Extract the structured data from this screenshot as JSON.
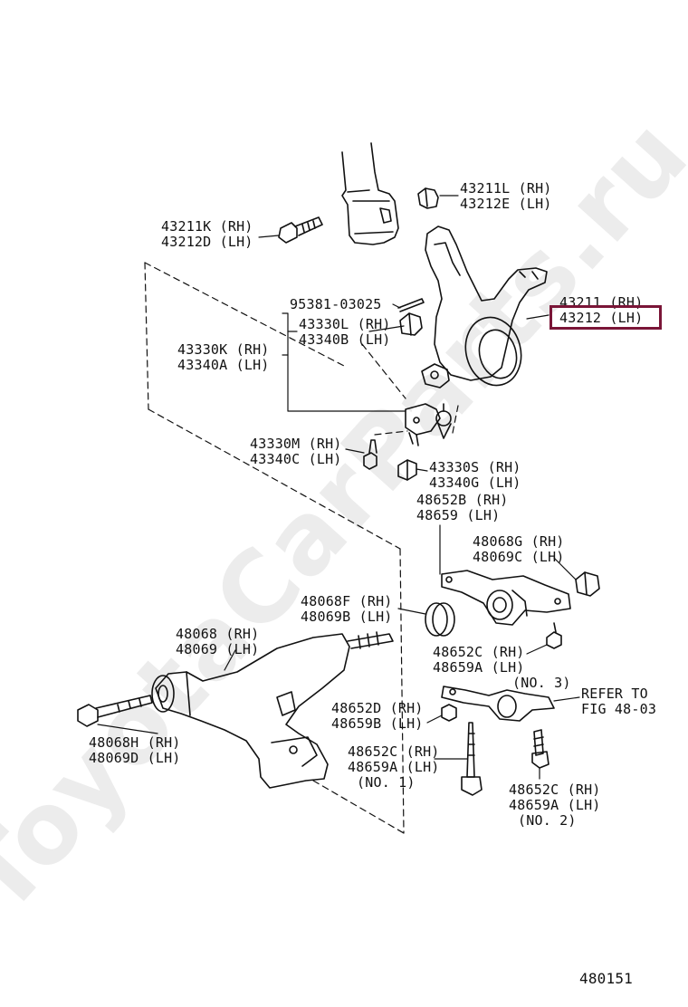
{
  "watermark": "ToyotaCarParts.ru",
  "highlight_color": "#7a1537",
  "figure_number": "480151",
  "refer": {
    "line1": "REFER TO",
    "line2": "FIG 48-03"
  },
  "labels": {
    "p43211L": {
      "l1": "43211L (RH)",
      "l2": "43212E (LH)"
    },
    "p43211K": {
      "l1": "43211K (RH)",
      "l2": "43212D (LH)"
    },
    "p95381": {
      "l1": "95381-03025"
    },
    "p43330L": {
      "l1": "43330L (RH)",
      "l2": "43340B (LH)"
    },
    "p43330K": {
      "l1": "43330K (RH)",
      "l2": "43340A (LH)"
    },
    "p43211": {
      "l1": "43211 (RH)",
      "l2": "43212 (LH)"
    },
    "p43330M": {
      "l1": "43330M (RH)",
      "l2": "43340C (LH)"
    },
    "p43330S": {
      "l1": "43330S (RH)",
      "l2": "43340G (LH)"
    },
    "p48652B": {
      "l1": "48652B (RH)",
      "l2": "48659   (LH)"
    },
    "p48068G": {
      "l1": "48068G (RH)",
      "l2": "48069C (LH)"
    },
    "p48068F": {
      "l1": "48068F (RH)",
      "l2": "48069B (LH)"
    },
    "p48068": {
      "l1": "48068 (RH)",
      "l2": "48069 (LH)"
    },
    "p48652C_no3": {
      "l1": "48652C (RH)",
      "l2": "48659A (LH)",
      "l3": "(NO. 3)"
    },
    "p48068H": {
      "l1": "48068H (RH)",
      "l2": "48069D (LH)"
    },
    "p48652D": {
      "l1": "48652D (RH)",
      "l2": "48659B (LH)"
    },
    "p48652C_no1": {
      "l1": "48652C (RH)",
      "l2": "48659A (LH)",
      "l3": "(NO. 1)"
    },
    "p48652C_no2": {
      "l1": "48652C (RH)",
      "l2": "48659A (LH)",
      "l3": "(NO. 2)"
    }
  }
}
